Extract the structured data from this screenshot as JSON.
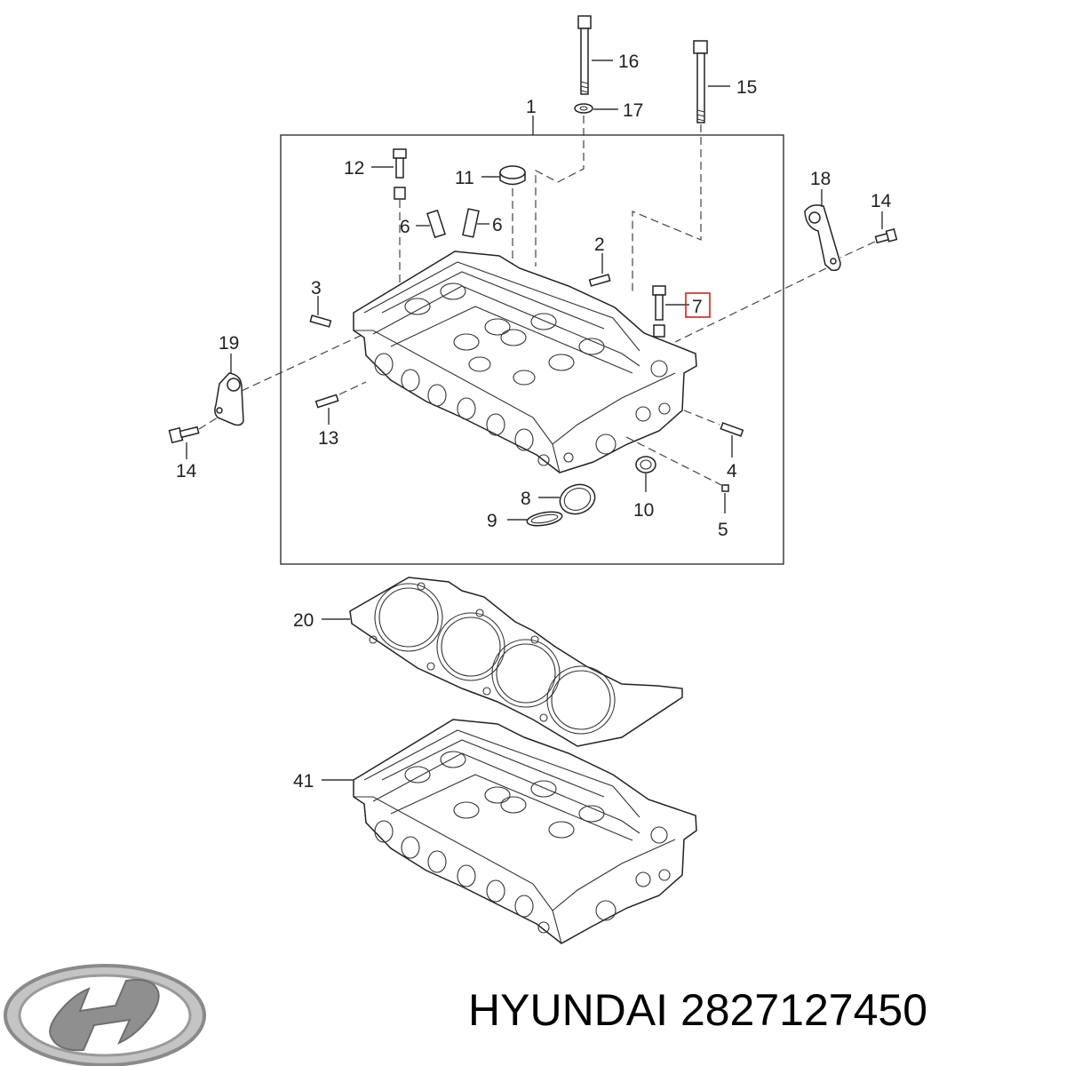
{
  "footer": {
    "brand": "HYUNDAI",
    "part_number": "2827127450"
  },
  "logo": {
    "name": "hyundai-logo",
    "color": "#8a8a8a"
  },
  "highlight_color": "#cc2222",
  "highlighted_callout": "7",
  "callouts": {
    "c1": "1",
    "c2": "2",
    "c3": "3",
    "c4": "4",
    "c5": "5",
    "c6a": "6",
    "c6b": "6",
    "c7": "7",
    "c8": "8",
    "c9": "9",
    "c10": "10",
    "c11": "11",
    "c12": "12",
    "c13": "13",
    "c14a": "14",
    "c14b": "14",
    "c15": "15",
    "c16": "16",
    "c17": "17",
    "c18": "18",
    "c19": "19",
    "c20": "20",
    "c41": "41"
  }
}
